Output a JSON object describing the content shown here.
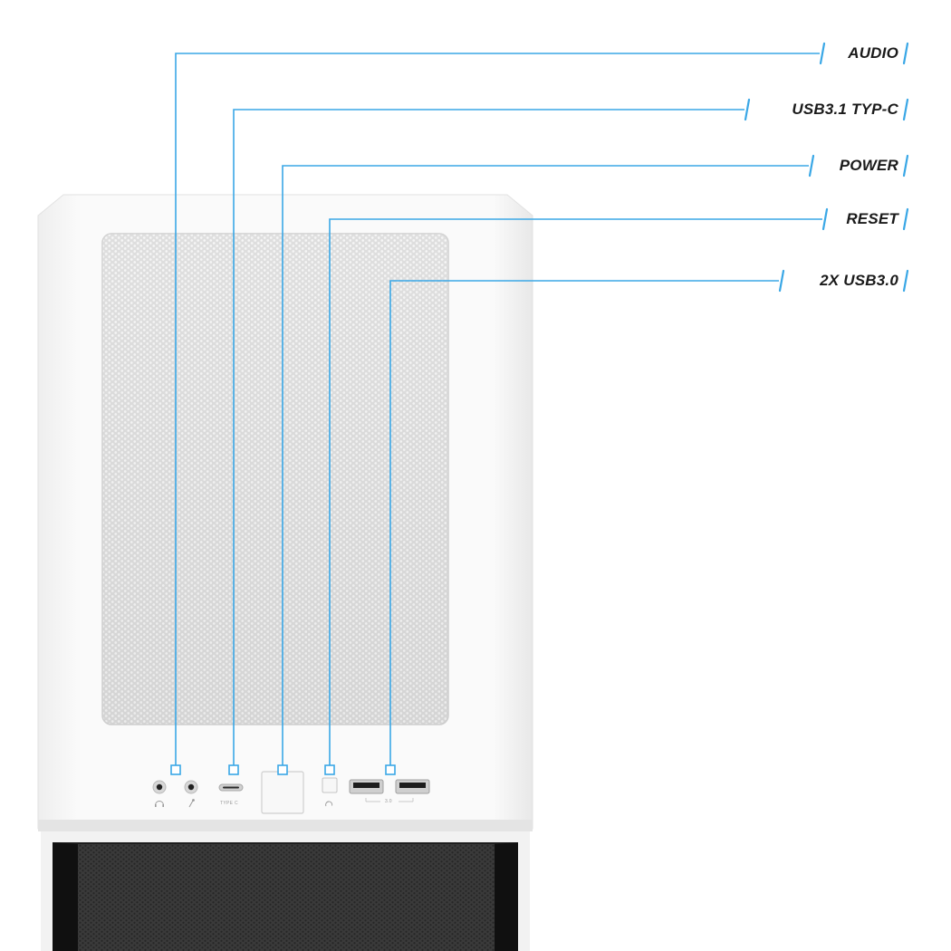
{
  "callouts": {
    "audio": "AUDIO",
    "usb_c": "USB3.1 TYP-C",
    "power": "POWER",
    "reset": "RESET",
    "usb3": "2X USB3.0"
  },
  "port_captions": {
    "type_c": "TYPE C",
    "usb_group": "3.0"
  },
  "colors": {
    "callout_line": "#3aa7e6",
    "case_body": "#f6f6f6",
    "mesh_top": "#e7e7e7",
    "front_mesh": "#2f2f2f"
  },
  "icons": {
    "headphone": "headphone-icon",
    "microphone": "microphone-icon",
    "reset": "reset-icon"
  }
}
